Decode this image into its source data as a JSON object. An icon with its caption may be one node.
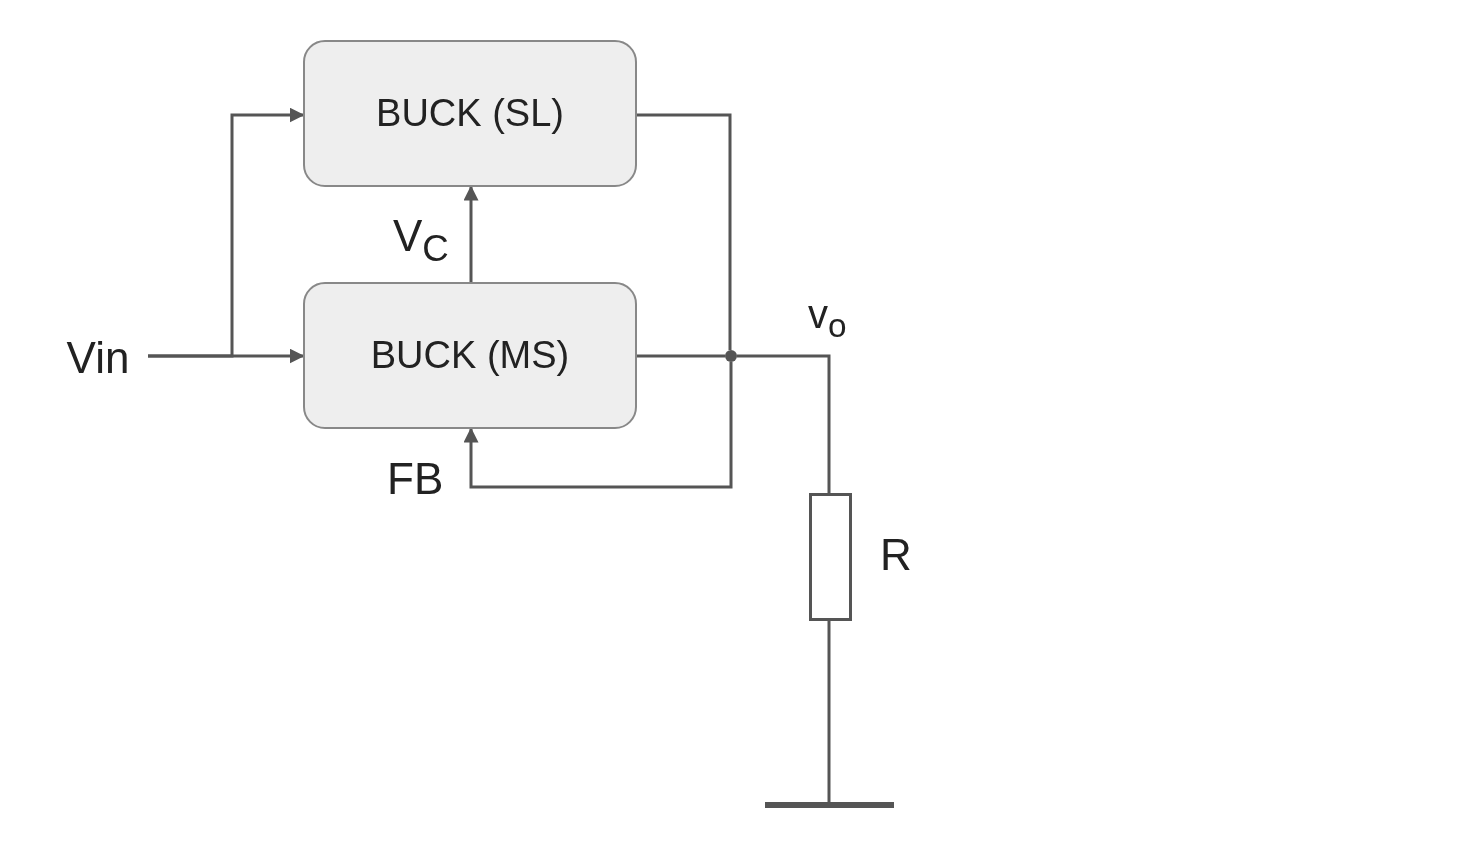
{
  "diagram": {
    "nodes": [
      {
        "text": [
          "Vin"
        ]
      },
      {
        "text": [
          "BUCK (SL)"
        ]
      },
      {
        "text": [
          "BUCK (MS)"
        ]
      },
      {
        "text": [],
        "shape": "circle"
      },
      {
        "text": [],
        "shape": "box",
        "beside": [
          "R"
        ]
      },
      {
        "text": [],
        "shape": "bar"
      }
    ],
    "edges": [
      {
        "from": 0,
        "to": 1,
        "arrow": "to"
      },
      {
        "from": 0,
        "to": 2,
        "arrow": "to"
      },
      {
        "from": 2,
        "to": 1,
        "arrow": "to",
        "label": "V$_{C}$"
      },
      {
        "from": 1,
        "to": 3,
        "arrow": "none"
      },
      {
        "from": 2,
        "to": 3,
        "arrow": "none"
      },
      {
        "from": 3,
        "to": 2,
        "arrow": "to",
        "label": "FB"
      },
      {
        "from": 3,
        "to": 4,
        "arrow": "none",
        "label": "v$_{o}$"
      },
      {
        "from": 4,
        "to": 5,
        "arrow": "none"
      }
    ]
  }
}
